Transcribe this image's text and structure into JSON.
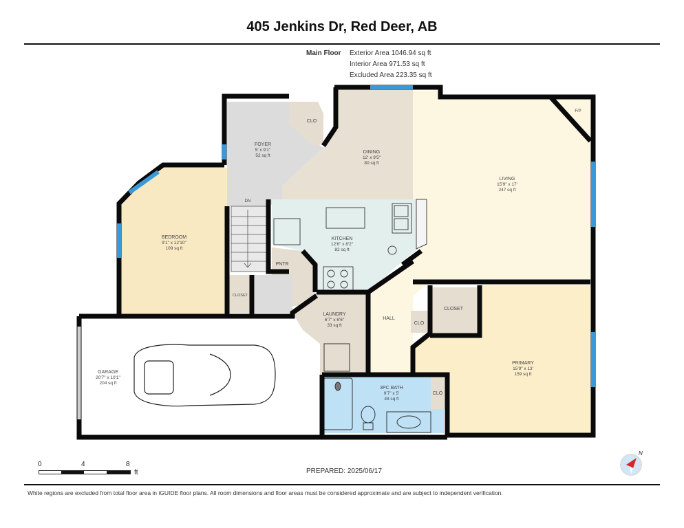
{
  "header": {
    "title": "405 Jenkins Dr, Red Deer, AB",
    "floor_label": "Main Floor",
    "exterior_area": "Exterior Area 1046.94 sq ft",
    "interior_area": "Interior Area 971.53 sq ft",
    "excluded_area": "Excluded Area 223.35 sq ft"
  },
  "rooms": {
    "foyer": {
      "name": "FOYER",
      "dims": "5' x 9'1\"",
      "area": "52 sq ft"
    },
    "dining": {
      "name": "DINING",
      "dims": "12' x 9'5\"",
      "area": "80 sq ft"
    },
    "living": {
      "name": "LIVING",
      "dims": "15'9\" x 17'",
      "area": "247 sq ft"
    },
    "bedroom": {
      "name": "BEDROOM",
      "dims": "9'1\" x 12'10\"",
      "area": "109 sq ft"
    },
    "kitchen": {
      "name": "KITCHEN",
      "dims": "12'6\" x 8'2\"",
      "area": "82 sq ft"
    },
    "laundry": {
      "name": "LAUNDRY",
      "dims": "6'7\" x 6'6\"",
      "area": "33 sq ft"
    },
    "garage": {
      "name": "GARAGE",
      "dims": "20'7\" x 10'1\"",
      "area": "204 sq ft"
    },
    "bath": {
      "name": "3PC BATH",
      "dims": "9'7\" x 5'",
      "area": "48 sq ft"
    },
    "primary": {
      "name": "PRIMARY",
      "dims": "15'9\" x 13'",
      "area": "159 sq ft"
    }
  },
  "small_labels": {
    "clo": "CLO",
    "closet": "CLOSET",
    "pntr": "PNTR",
    "hall": "HALL",
    "dn": "DN",
    "fp": "F/P"
  },
  "scale_bar": {
    "ticks": [
      "0",
      "4",
      "8"
    ],
    "unit": "ft"
  },
  "footer": {
    "prepared": "PREPARED: 2025/06/17",
    "disclaimer": "White regions are excluded from total floor area in iGUIDE floor plans. All room dimensions and floor areas must be considered approximate and are subject to independent verification.",
    "compass_label": "N"
  },
  "colors": {
    "wall": "#0a0a0a",
    "window": "#3a9ad9",
    "foyer": "#dcdcdc",
    "dining": "#e8e0d2",
    "living": "#fdf7e2",
    "bedroom": "#f8e9c2",
    "kitchen": "#e2efec",
    "laundry": "#e5ddd0",
    "bath": "#bfe1f5",
    "primary": "#fbeec9",
    "closet": "#e5ddd0",
    "compass_red": "#e0232a"
  }
}
